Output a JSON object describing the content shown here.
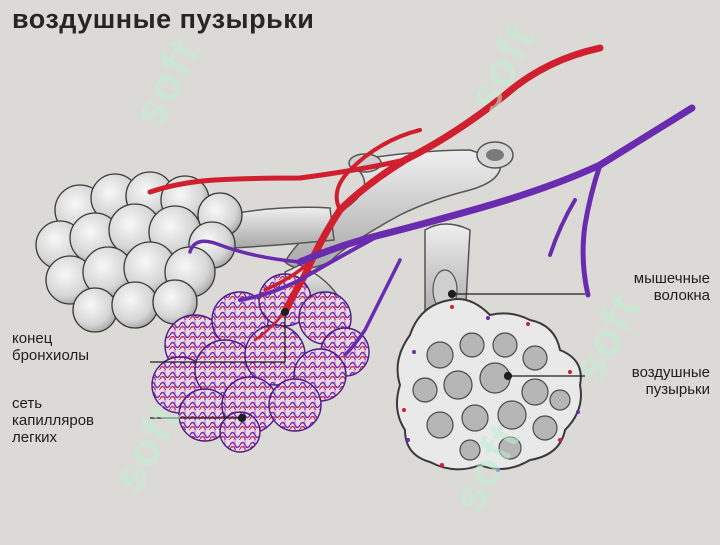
{
  "title": "воздушные пузырьки",
  "labels": {
    "muscle_fibers": "мышечные\nволокна",
    "bronchiole_end": "конец\nбронхиолы",
    "capillary_net": "сеть\nкапилляров\nлегких",
    "alveoli": "воздушные\nпузырьки"
  },
  "watermark": "soft",
  "colors": {
    "background": "#dcdad6",
    "artery": "#d01f2e",
    "vein": "#6a2cae",
    "alveolus": "#e6e6e6",
    "outline": "#3a3a3a",
    "watermark": "#bff0d2"
  }
}
